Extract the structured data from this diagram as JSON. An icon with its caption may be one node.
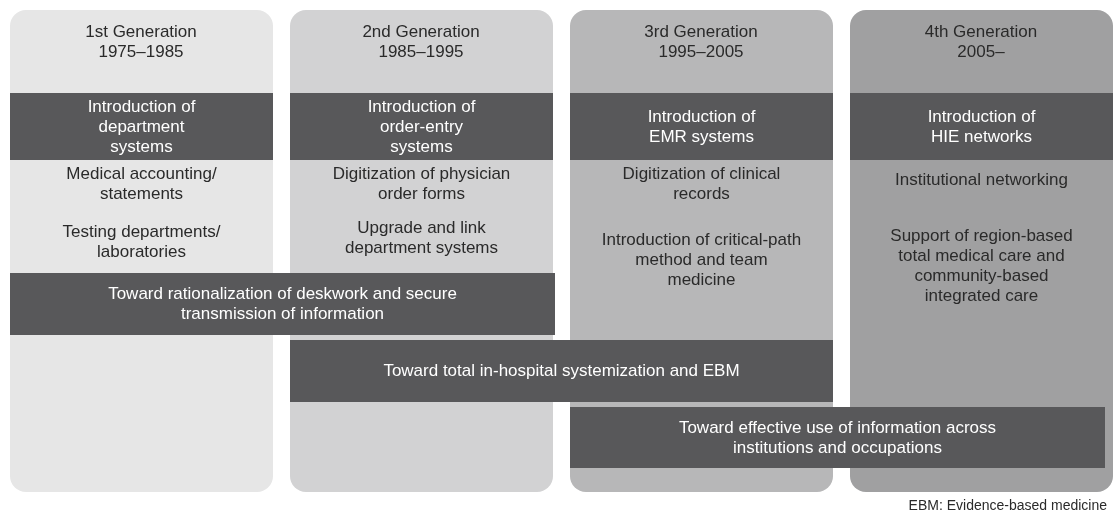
{
  "diagram": {
    "nodes": [
      {
        "text": [
          "1st Generation 1975–1985",
          "Medical accounting/ statements",
          "Testing departments/ laboratories"
        ]
      },
      {
        "text": [
          "Introduction of department systems"
        ],
        "in": 0
      },
      {
        "text": [
          "2nd Generation 1985–1995",
          "Digitization of physician order forms",
          "Upgrade and link department systems"
        ]
      },
      {
        "text": [
          "Introduction of order-entry systems"
        ],
        "in": 2
      },
      {
        "text": [
          "3rd Generation 1995–2005",
          "Digitization of clinical records",
          "Introduction of critical-path method and team medicine"
        ]
      },
      {
        "text": [
          "Introduction of EMR systems"
        ],
        "in": 4
      },
      {
        "text": [
          "4th Generation 2005–",
          "Institutional networking",
          "Support of region-based total medical care and community-based integrated care"
        ]
      },
      {
        "text": [
          "Introduction of HIE networks"
        ],
        "in": 6
      },
      {
        "text": [
          "Toward rationalization of deskwork and secure transmission of information"
        ]
      },
      {
        "text": [
          "Toward total in-hospital systemization and EBM"
        ]
      },
      {
        "text": [
          "Toward effective use of information across institutions and occupations"
        ]
      }
    ],
    "labels": [
      "EBM: Evidence-based medicine"
    ]
  }
}
